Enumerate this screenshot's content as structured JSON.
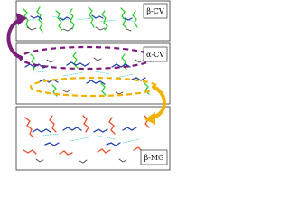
{
  "panels": [
    {
      "id": "beta-cv",
      "label": "β-CV"
    },
    {
      "id": "alpha-cv",
      "label": "α-CV"
    },
    {
      "id": "beta-mg",
      "label": "β-MG"
    }
  ],
  "colors": {
    "panel_border": "#333333",
    "ring_dash": "#7a1a7a",
    "arrow_left": "#7a1f7a",
    "arrow_right": "#f2b200",
    "ring_yellow": "#f2b200",
    "molecule_green": "#33cc33",
    "molecule_blue": "#1f3fa8",
    "molecule_red": "#e8502a",
    "molecule_dark": "#333333",
    "hbond_cyan": "#40c8c8"
  },
  "icons": {
    "transform_arrow_left": "curved-arrow-icon",
    "transform_arrow_right": "curved-arrow-icon"
  }
}
